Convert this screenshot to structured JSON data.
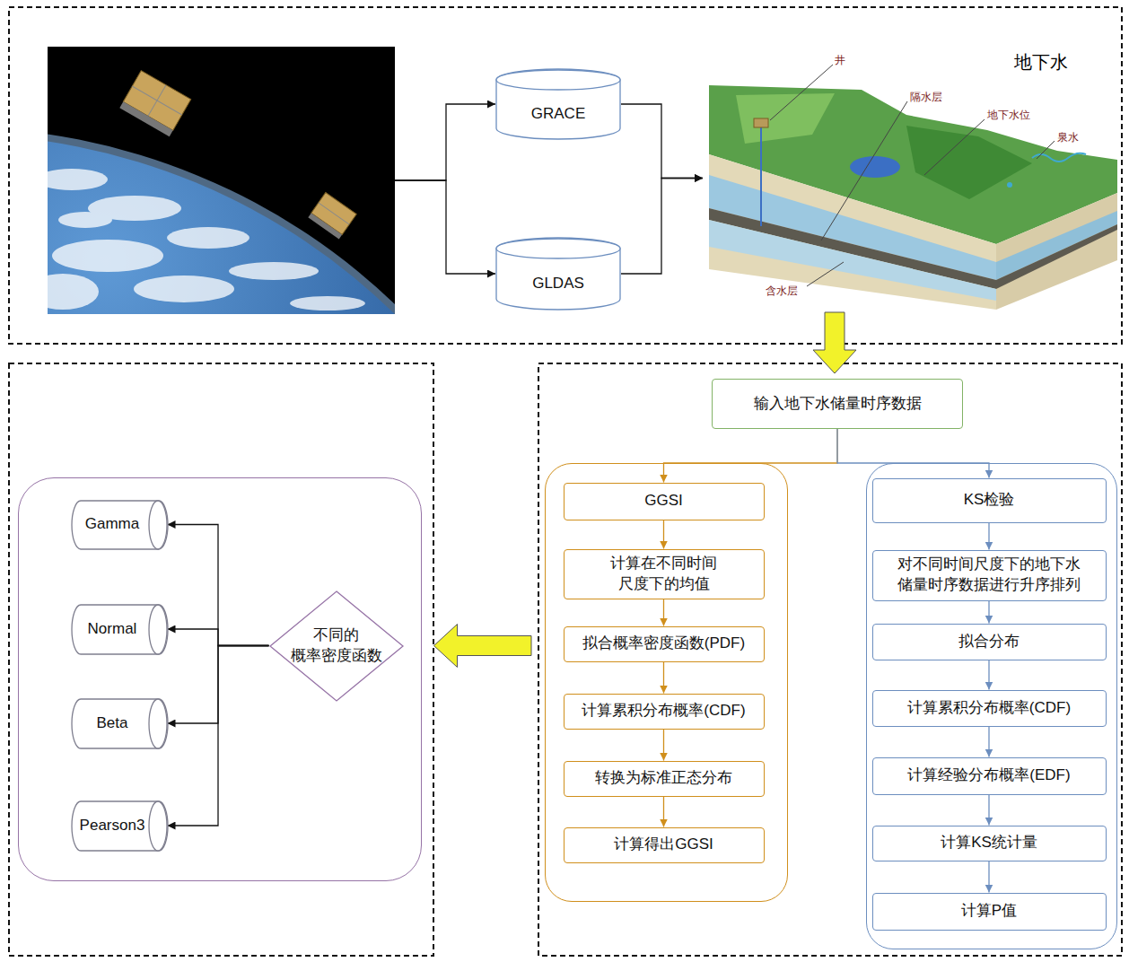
{
  "diagram": {
    "nodes": [
      {
        "text": []
      },
      {
        "text": [
          "GRACE"
        ]
      },
      {
        "text": [
          "GLDAS"
        ]
      },
      {
        "text": [
          "地下水"
        ]
      },
      {
        "text": [
          "输入地下水储量时序数据"
        ]
      },
      {
        "text": []
      },
      {
        "text": [
          "GGSI"
        ],
        "in": 5
      },
      {
        "text": [
          "计算在不同时间 尺度下的均值"
        ],
        "in": 5
      },
      {
        "text": [
          "拟合概率密度函数(PDF)"
        ],
        "in": 5
      },
      {
        "text": [
          "计算累积分布概率(CDF)"
        ],
        "in": 5
      },
      {
        "text": [
          "转换为标准正态分布"
        ],
        "in": 5
      },
      {
        "text": [
          "计算得出GGSI"
        ],
        "in": 5
      },
      {
        "text": []
      },
      {
        "text": [
          "KS检验"
        ],
        "in": 12
      },
      {
        "text": [
          "对不同时间尺度下的地下水 储量时序数据进行升序排列"
        ],
        "in": 12
      },
      {
        "text": [
          "拟合分布"
        ],
        "in": 12
      },
      {
        "text": [
          "计算累积分布概率(CDF)"
        ],
        "in": 12
      },
      {
        "text": [
          "计算经验分布概率(EDF)"
        ],
        "in": 12
      },
      {
        "text": [
          "计算KS统计量"
        ],
        "in": 12
      },
      {
        "text": [
          "计算P值"
        ],
        "in": 12
      },
      {
        "text": []
      },
      {
        "text": [
          "不同的 概率密度函数"
        ],
        "in": 20
      },
      {
        "text": [
          "Gamma"
        ],
        "in": 20
      },
      {
        "text": [
          "Normal"
        ],
        "in": 20
      },
      {
        "text": [
          "Beta"
        ],
        "in": 20
      },
      {
        "text": [
          "Pearson3"
        ],
        "in": 20
      }
    ],
    "edges": [
      {
        "from": 0,
        "to": 1,
        "arrow": "to"
      },
      {
        "from": 0,
        "to": 2,
        "arrow": "to"
      },
      {
        "from": 1,
        "to": 3,
        "arrow": "to"
      },
      {
        "from": 2,
        "to": 3,
        "arrow": "to"
      },
      {
        "from": 3,
        "to": 4,
        "arrow": "to"
      },
      {
        "from": 4,
        "to": 6,
        "arrow": "to"
      },
      {
        "from": 4,
        "to": 13,
        "arrow": "to"
      },
      {
        "from": 6,
        "to": 7,
        "arrow": "to"
      },
      {
        "from": 7,
        "to": 8,
        "arrow": "to"
      },
      {
        "from": 8,
        "to": 9,
        "arrow": "to"
      },
      {
        "from": 9,
        "to": 10,
        "arrow": "to"
      },
      {
        "from": 10,
        "to": 11,
        "arrow": "to"
      },
      {
        "from": 13,
        "to": 14,
        "arrow": "to"
      },
      {
        "from": 14,
        "to": 15,
        "arrow": "to"
      },
      {
        "from": 15,
        "to": 16,
        "arrow": "to"
      },
      {
        "from": 16,
        "to": 17,
        "arrow": "to"
      },
      {
        "from": 17,
        "to": 18,
        "arrow": "to"
      },
      {
        "from": 18,
        "to": 19,
        "arrow": "to"
      },
      {
        "from": 5,
        "to": 21,
        "arrow": "to"
      },
      {
        "from": 21,
        "to": 22,
        "arrow": "to"
      },
      {
        "from": 21,
        "to": 23,
        "arrow": "to"
      },
      {
        "from": 21,
        "to": 24,
        "arrow": "to"
      },
      {
        "from": 21,
        "to": 25,
        "arrow": "to"
      }
    ],
    "labels": [
      "井",
      "隔水层",
      "地下水位",
      "泉水",
      "含水层"
    ]
  }
}
